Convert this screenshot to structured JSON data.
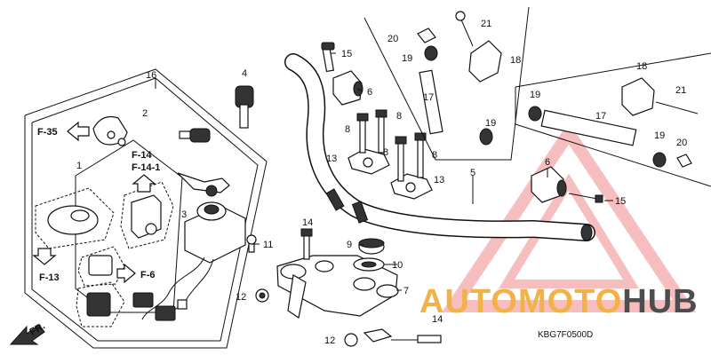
{
  "diagram": {
    "callouts": {
      "p1": "1",
      "p2": "2",
      "p3": "3",
      "p4": "4",
      "p5": "5",
      "p6a": "6",
      "p6b": "6",
      "p7": "7",
      "p8a": "8",
      "p8b": "8",
      "p8c": "8",
      "p8d": "8",
      "p9": "9",
      "p10": "10",
      "p11": "11",
      "p12a": "12",
      "p12b": "12",
      "p13a": "13",
      "p13b": "13",
      "p14a": "14",
      "p14b": "14",
      "p15a": "15",
      "p15b": "15",
      "p16": "16",
      "p17a": "17",
      "p17b": "17",
      "p18a": "18",
      "p18b": "18",
      "p19a": "19",
      "p19b": "19",
      "p19c": "19",
      "p19d": "19",
      "p20a": "20",
      "p20b": "20",
      "p21a": "21",
      "p21b": "21"
    },
    "refs": {
      "f35": "F-35",
      "f14": "F-14",
      "f14_1": "F-14-1",
      "f13": "F-13",
      "f6": "F-6",
      "fr": "FR."
    },
    "drawing_code": "KBG7F0500D",
    "watermark": {
      "part_a": "AUTOMOTO",
      "part_b": "HUB",
      "color_a": "#f2b24a",
      "color_b": "#4d4d4d",
      "triangle_color": "#f08a8a"
    }
  }
}
